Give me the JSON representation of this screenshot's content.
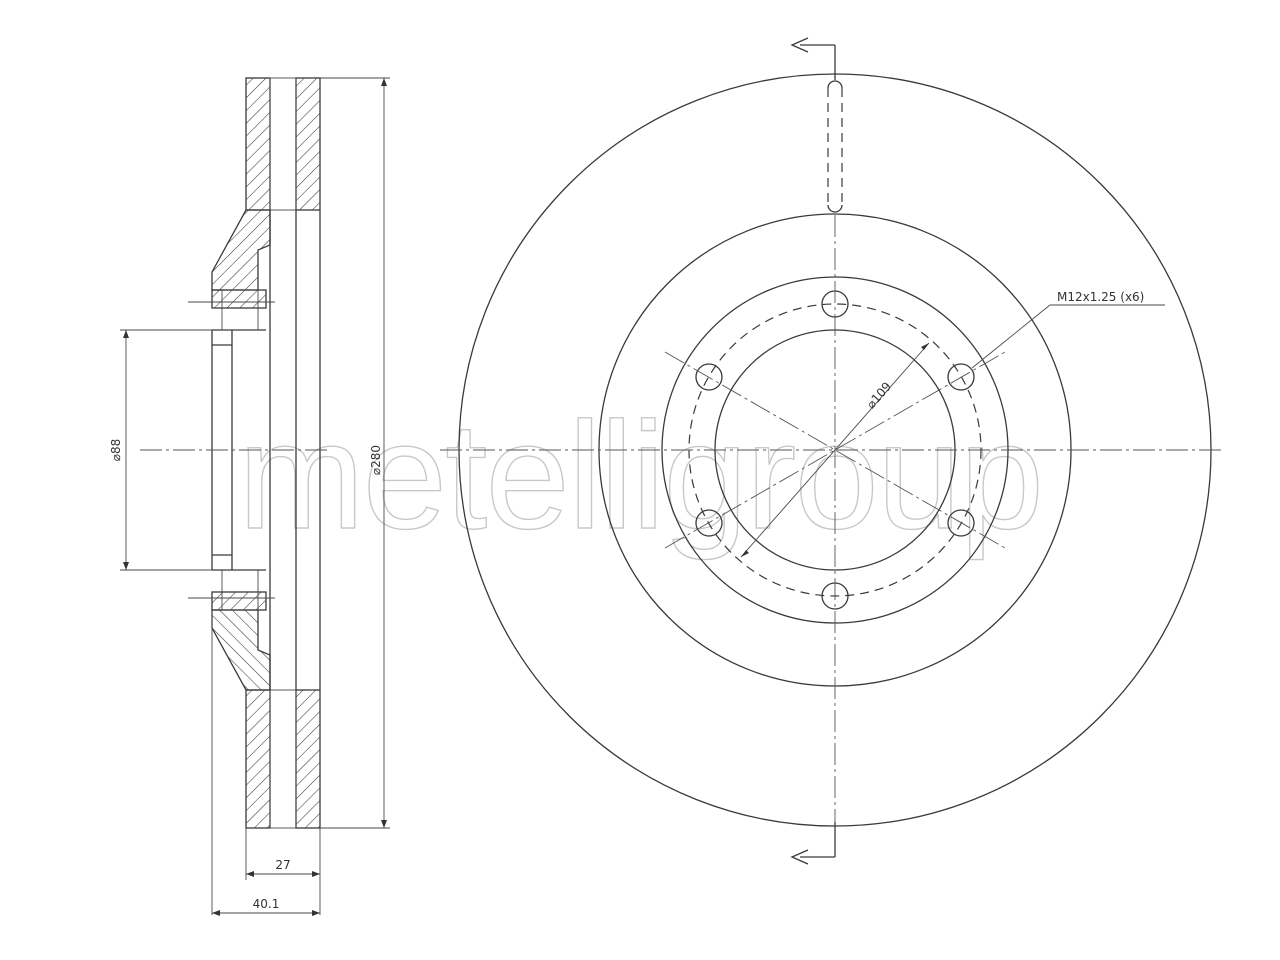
{
  "watermark": "metelligroup",
  "dimensions": {
    "hub_diameter": "⌀88",
    "outer_diameter": "⌀280",
    "bolt_circle": "⌀109",
    "thread": "M12x1.25 (x6)",
    "disc_thickness": "27",
    "overall_height": "40.1"
  }
}
